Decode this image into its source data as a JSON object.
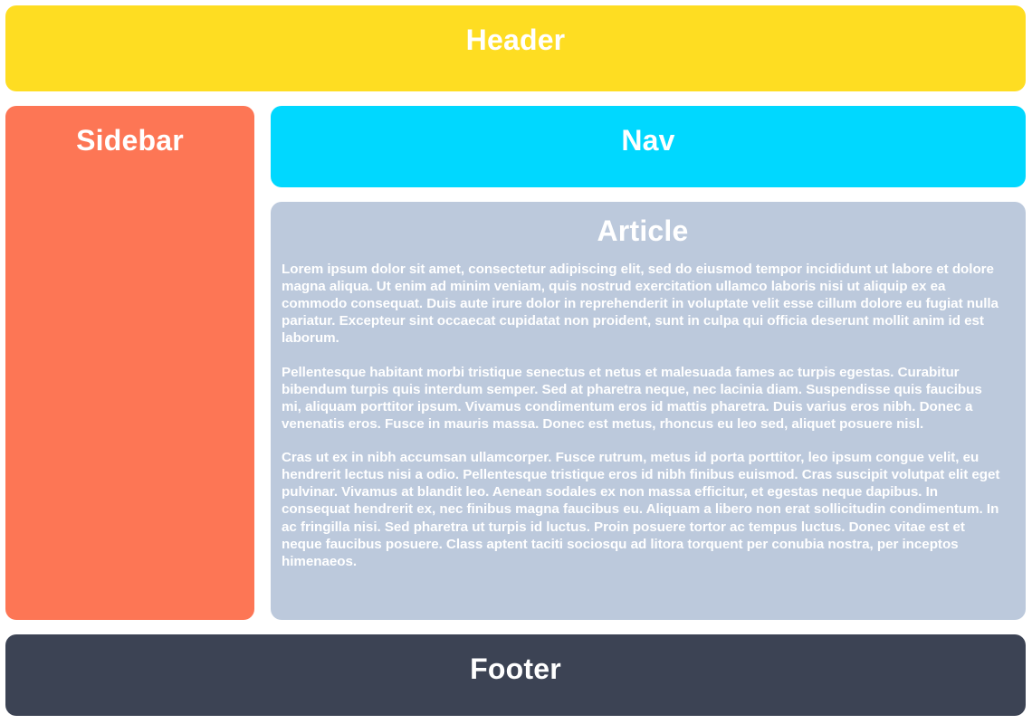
{
  "layout": {
    "name": "css-grid-layout-demo",
    "colors": {
      "header_bg": "#FEDD22",
      "sidebar_bg": "#FD7655",
      "nav_bg": "#00D8FF",
      "article_bg": "#BCC9DC",
      "footer_bg": "#3C4354",
      "text": "#FFFFFF",
      "page_bg": "#FFFFFF"
    }
  },
  "header": {
    "title": "Header"
  },
  "sidebar": {
    "title": "Sidebar"
  },
  "nav": {
    "title": "Nav"
  },
  "article": {
    "title": "Article",
    "paragraphs": [
      "Lorem ipsum dolor sit amet, consectetur adipiscing elit, sed do eiusmod tempor incididunt ut labore et dolore magna aliqua. Ut enim ad minim veniam, quis nostrud exercitation ullamco laboris nisi ut aliquip ex ea commodo consequat. Duis aute irure dolor in reprehenderit in voluptate velit esse cillum dolore eu fugiat nulla pariatur. Excepteur sint occaecat cupidatat non proident, sunt in culpa qui officia deserunt mollit anim id est laborum.",
      "Pellentesque habitant morbi tristique senectus et netus et malesuada fames ac turpis egestas. Curabitur bibendum turpis quis interdum semper. Sed at pharetra neque, nec lacinia diam. Suspendisse quis faucibus mi, aliquam porttitor ipsum. Vivamus condimentum eros id mattis pharetra. Duis varius eros nibh. Donec a venenatis eros. Fusce in mauris massa. Donec est metus, rhoncus eu leo sed, aliquet posuere nisl.",
      "Cras ut ex in nibh accumsan ullamcorper. Fusce rutrum, metus id porta porttitor, leo ipsum congue velit, eu hendrerit lectus nisi a odio. Pellentesque tristique eros id nibh finibus euismod. Cras suscipit volutpat elit eget pulvinar. Vivamus at blandit leo. Aenean sodales ex non massa efficitur, et egestas neque dapibus. In consequat hendrerit ex, nec finibus magna faucibus eu. Aliquam a libero non erat sollicitudin condimentum. In ac fringilla nisi. Sed pharetra ut turpis id luctus. Proin posuere tortor ac tempus luctus. Donec vitae est et neque faucibus posuere. Class aptent taciti sociosqu ad litora torquent per conubia nostra, per inceptos himenaeos."
    ]
  },
  "footer": {
    "title": "Footer"
  }
}
